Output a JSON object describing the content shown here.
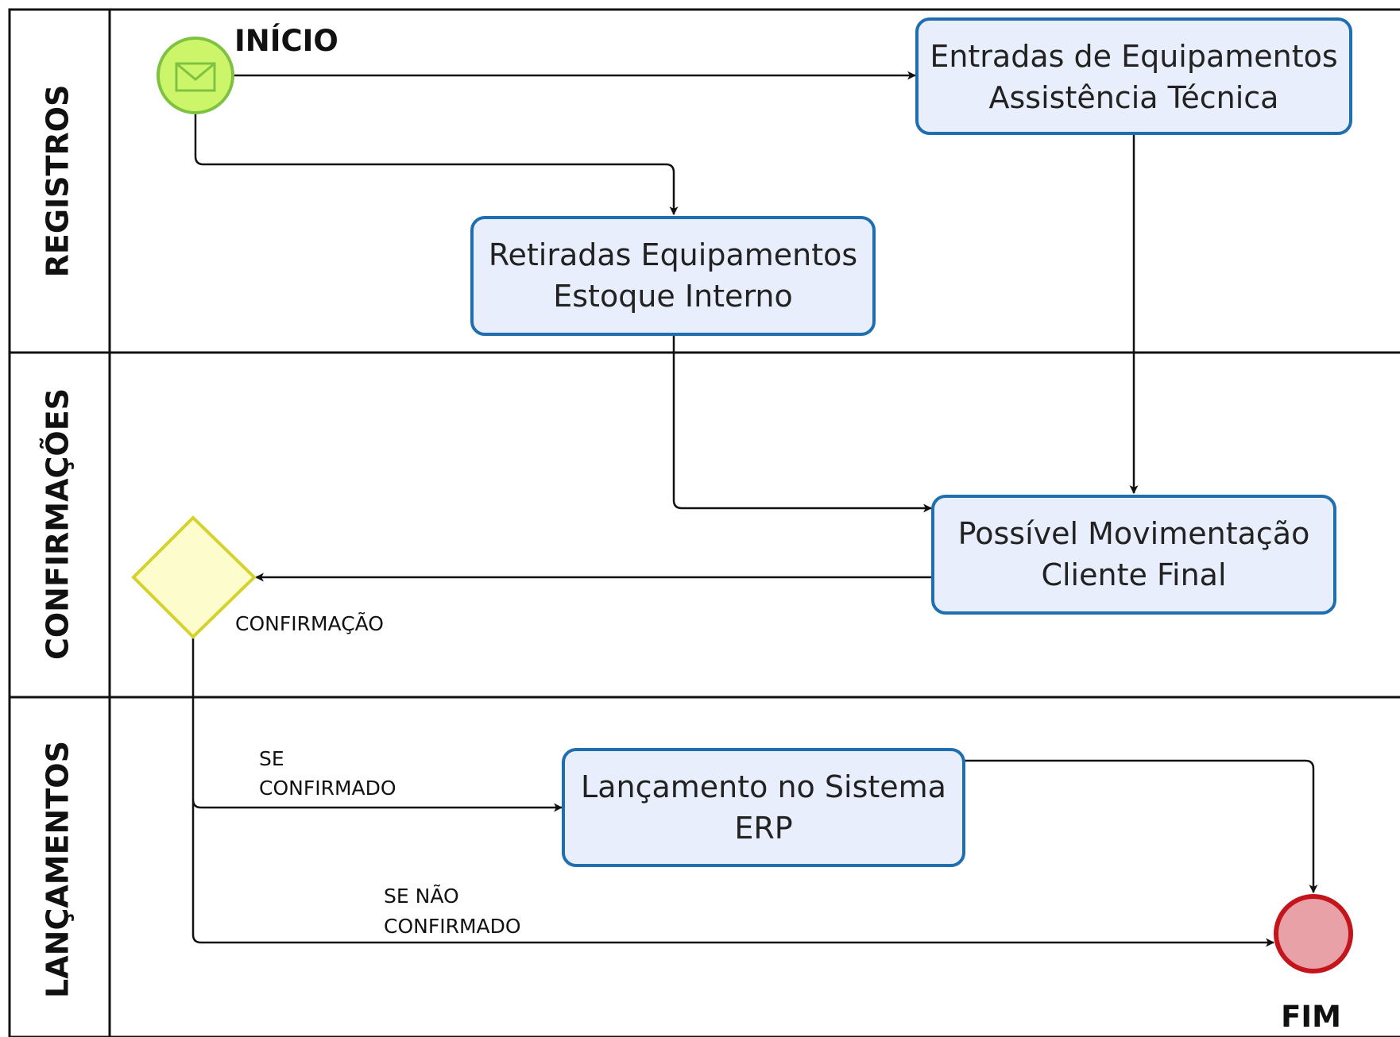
{
  "lanes": [
    {
      "label": "REGISTROS"
    },
    {
      "label": "CONFIRMAÇÕES"
    },
    {
      "label": "LANÇAMENTOS"
    }
  ],
  "events": {
    "start": {
      "label": "INÍCIO",
      "icon": "envelope-icon",
      "fill": "#ccf56a",
      "stroke": "#7fc241"
    },
    "end": {
      "label": "FIM",
      "fill": "#e8a1a6",
      "stroke": "#c4141c"
    }
  },
  "tasks": {
    "entradas": {
      "line1": "Entradas de Equipamentos",
      "line2": "Assistência Técnica"
    },
    "retiradas": {
      "line1": "Retiradas Equipamentos",
      "line2": "Estoque Interno"
    },
    "movimentacao": {
      "line1": "Possível Movimentação",
      "line2": "Cliente Final"
    },
    "lancamento": {
      "line1": "Lançamento no Sistema",
      "line2": "ERP"
    }
  },
  "gateway": {
    "label": "CONFIRMAÇÃO",
    "fill": "#fdfccc",
    "stroke": "#d4d22b"
  },
  "flow_labels": {
    "confirmed": {
      "line1": "SE",
      "line2": "CONFIRMADO"
    },
    "not_confirmed": {
      "line1": "SE NÃO",
      "line2": "CONFIRMADO"
    }
  },
  "colors": {
    "task_fill": "#e8eefb",
    "task_stroke": "#1f6fb0"
  }
}
